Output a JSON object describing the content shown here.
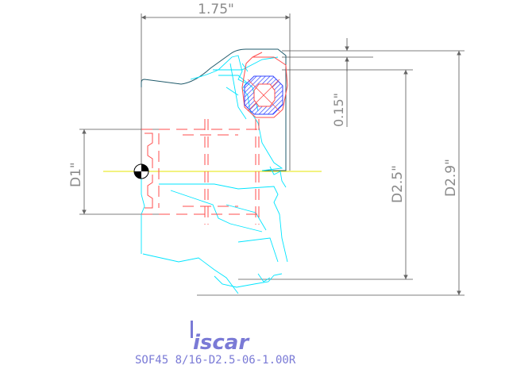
{
  "dimensions": {
    "width_label": "1.75\"",
    "offset_label": "0.15\"",
    "d1_label": "D1\"",
    "d25_label": "D2.5\"",
    "d29_label": "D2.9\""
  },
  "brand": {
    "logo": "iscar",
    "part_code": "SOF45 8/16-D2.5-06-1.00R"
  },
  "colors": {
    "dimension": "#8a8a8a",
    "body_outline": "#1f5a6b",
    "insert": "#00e5ff",
    "hidden": "#ff4d4d",
    "hatch": "#3344ff",
    "centerline": "#e6e600",
    "brand": "#7a7ad6"
  }
}
